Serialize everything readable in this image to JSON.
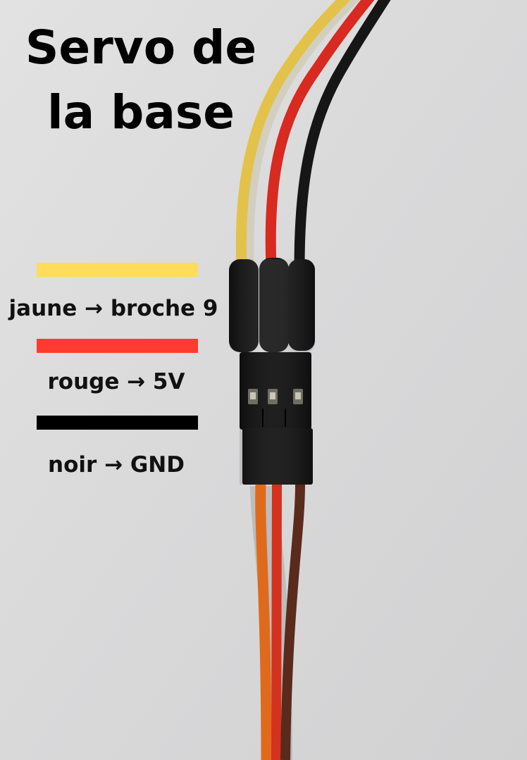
{
  "title": "Servo de la base",
  "colors": {
    "background": "#dcdcdc",
    "yellow_wire": "#e2c24a",
    "red_wire": "#d82a20",
    "black_wire": "#161616",
    "orange_wire": "#e06a1c",
    "brown_wire": "#5a2a1c",
    "connector": "#121212"
  },
  "legend": [
    {
      "swatch_color": "#ffdc5a",
      "label": "jaune → broche 9"
    },
    {
      "swatch_color": "#ff3a30",
      "label": "rouge → 5V"
    },
    {
      "swatch_color": "#000000",
      "label": "noir → GND"
    }
  ]
}
